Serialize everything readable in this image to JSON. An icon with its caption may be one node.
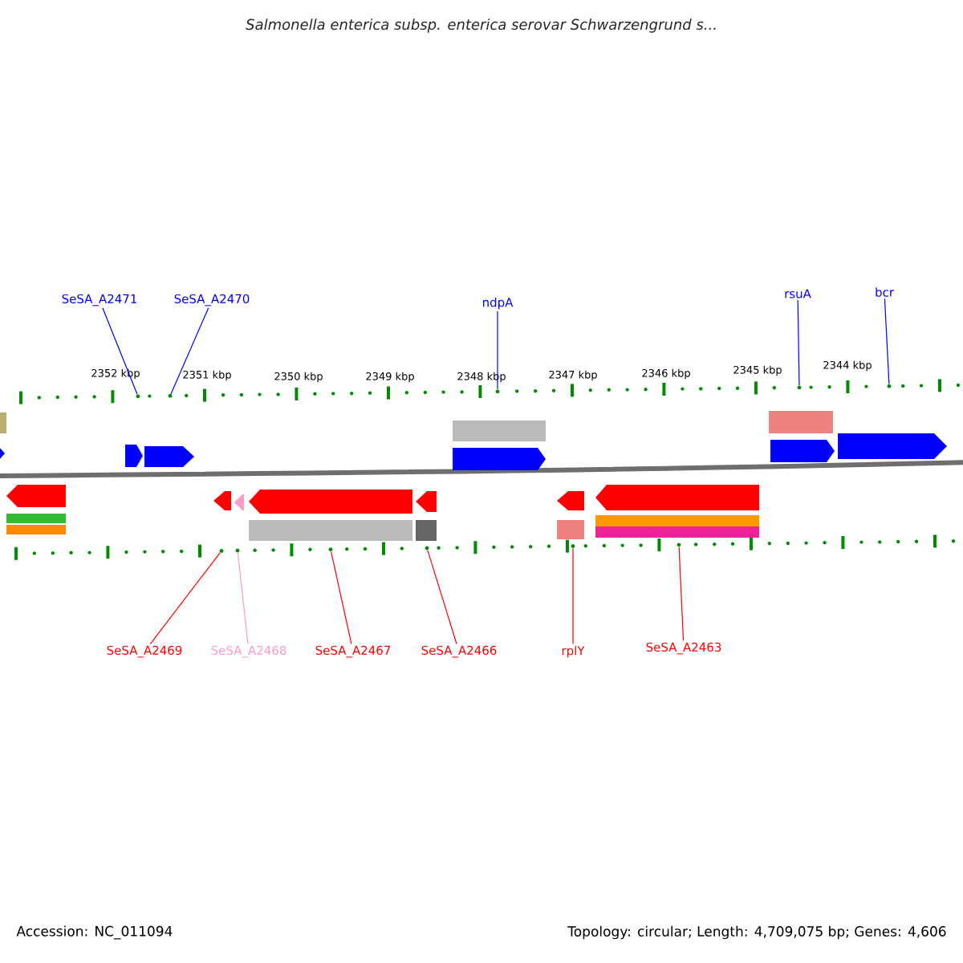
{
  "diagram": {
    "title": "*Salmonella enterica* subsp. *enterica* serovar Schwarzengrund s...",
    "nodes": [
      {
        "text": [
          "SeSA_A2471"
        ]
      },
      {
        "text": [
          "SeSA_A2470"
        ]
      },
      {
        "text": [
          "ndpA"
        ]
      },
      {
        "text": [
          "rsuA"
        ]
      },
      {
        "text": [
          "bcr"
        ]
      },
      {
        "text": [
          "SeSA_A2469"
        ]
      },
      {
        "text": [
          "SeSA_A2468"
        ]
      },
      {
        "text": [
          "SeSA_A2467"
        ]
      },
      {
        "text": [
          "SeSA_A2466"
        ]
      },
      {
        "text": [
          "rplY"
        ]
      },
      {
        "text": [
          "SeSA_A2463"
        ]
      },
      {
        "text": [],
        "shape": "dot"
      },
      {
        "text": [],
        "shape": "dot"
      },
      {
        "text": [],
        "shape": "dot"
      },
      {
        "text": [],
        "shape": "dot"
      },
      {
        "text": [],
        "shape": "dot"
      },
      {
        "text": [],
        "shape": "dot"
      },
      {
        "text": [],
        "shape": "dot"
      },
      {
        "text": [],
        "shape": "dot"
      },
      {
        "text": [],
        "shape": "dot"
      },
      {
        "text": [],
        "shape": "dot"
      },
      {
        "text": [],
        "shape": "dot"
      }
    ],
    "edges": [
      {
        "from": 0,
        "to": 11,
        "arrow": "none",
        "color": "#0000ff"
      },
      {
        "from": 1,
        "to": 12,
        "arrow": "none",
        "color": "#0000ff"
      },
      {
        "from": 2,
        "to": 13,
        "arrow": "none",
        "color": "#0000ff"
      },
      {
        "from": 3,
        "to": 14,
        "arrow": "none",
        "color": "#0000ff"
      },
      {
        "from": 4,
        "to": 15,
        "arrow": "none",
        "color": "#0000ff"
      },
      {
        "from": 5,
        "to": 16,
        "arrow": "none",
        "color": "#ff0000"
      },
      {
        "from": 6,
        "to": 17,
        "arrow": "none",
        "color": "#ff99cc"
      },
      {
        "from": 7,
        "to": 18,
        "arrow": "none",
        "color": "#ff0000"
      },
      {
        "from": 8,
        "to": 19,
        "arrow": "none",
        "color": "#ff0000"
      },
      {
        "from": 9,
        "to": 20,
        "arrow": "none",
        "color": "#ff0000"
      },
      {
        "from": 10,
        "to": 21,
        "arrow": "none",
        "color": "#ff0000"
      }
    ],
    "labels": [
      "2352 kbp",
      "2351 kbp",
      "2350 kbp",
      "2349 kbp",
      "2348 kbp",
      "2347 kbp",
      "2346 kbp",
      "2345 kbp",
      "2344 kbp",
      "Accession: NC_011094",
      "Topology: circular; Length: 4,709,075 bp; Genes: 4,606"
    ]
  }
}
